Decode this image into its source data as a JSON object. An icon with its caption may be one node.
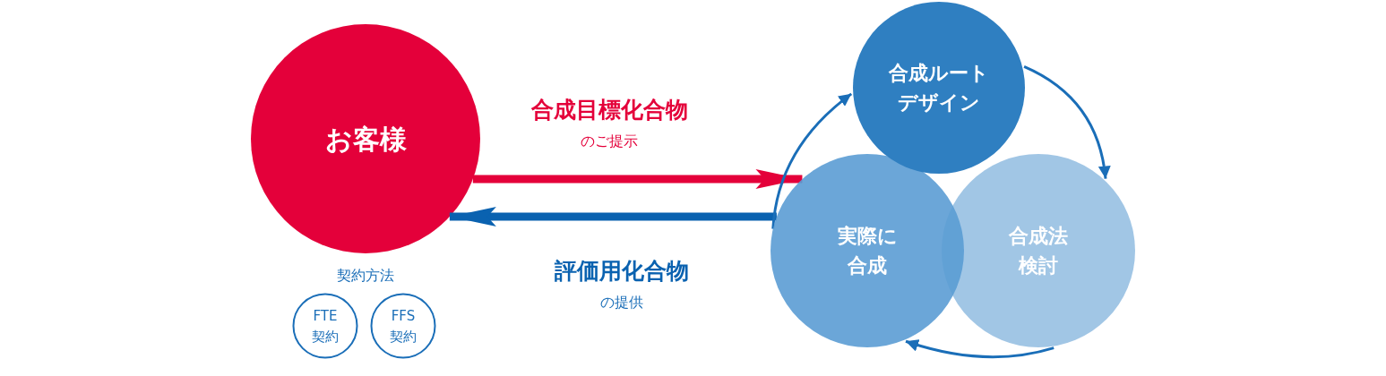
{
  "diagram": {
    "nodes": [
      {
        "text": [
          "お客様"
        ]
      },
      {
        "text": [
          "FTE 契約"
        ]
      },
      {
        "text": [
          "FFS 契約"
        ]
      },
      {
        "text": [
          "合成ルートデザイン"
        ]
      },
      {
        "text": [
          "合成法検討"
        ]
      },
      {
        "text": [
          "実際に合成"
        ]
      }
    ],
    "edges": [
      {
        "from": 0,
        "to": 5,
        "arrow": "to",
        "label": "合成目標化合物",
        "style": "thick",
        "color": "#e4003a"
      },
      {
        "from": 5,
        "to": 0,
        "arrow": "to",
        "label": "評価用化合物",
        "style": "thick",
        "color": "#0a62b0"
      },
      {
        "from": 5,
        "to": 3,
        "arrow": "to"
      },
      {
        "from": 3,
        "to": 4,
        "arrow": "to"
      },
      {
        "from": 4,
        "to": 5,
        "arrow": "to"
      }
    ],
    "labels": [
      "のご提示",
      "契約方法",
      "の提供"
    ]
  }
}
